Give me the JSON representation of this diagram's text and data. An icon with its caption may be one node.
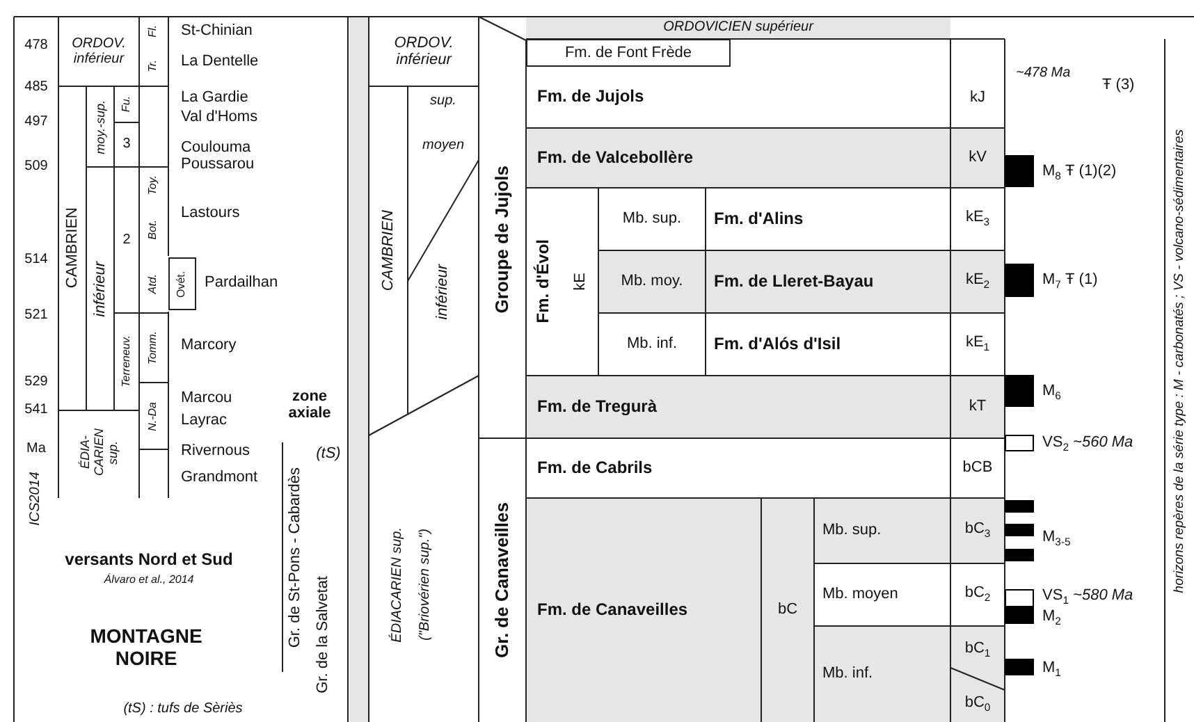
{
  "diagram": {
    "labels": [
      "478",
      "ORDOV. inférieur",
      "Fl.",
      "Tr.",
      "St-Chinian",
      "La Dentelle",
      "485",
      "La Gardie",
      "Val d'Homs",
      "497",
      "moy.-sup.",
      "Fu.",
      "3",
      "Coulouma",
      "509",
      "Poussarou",
      "CAMBRIEN",
      "inférieur",
      "2",
      "Toy.",
      "Bot.",
      "Lastours",
      "514",
      "Atd.",
      "Ovét.",
      "Pardailhan",
      "521",
      "Terreneuv.",
      "Tomm.",
      "Marcory",
      "529",
      "N.-Da",
      "Marcou",
      "zone axiale",
      "541",
      "Layrac",
      "Ma",
      "ÉDIA-CARIEN sup.",
      "Rivernous",
      "Grandmont",
      "ICS2014",
      "Gr. de St-Pons - Cabardès",
      "(tS)",
      "Gr. de la Salvetat",
      "versants Nord et Sud",
      "Álvaro et al., 2014",
      "MONTAGNE NOIRE",
      "(tS) : tufs de Sèriès",
      "ORDOV. inférieur",
      "sup.",
      "moyen",
      "CAMBRIEN",
      "inférieur",
      "ÉDIACARIEN sup.",
      "(\"Briovérien sup.\")",
      "Groupe de Jujols",
      "Gr. de Canaveilles",
      "ORDOVICIEN supérieur",
      "Fm. de Font Frède",
      "Fm. de Jujols",
      "kJ",
      "~478 Ma",
      "Ŧ (3)",
      "Fm. de Valcebollère",
      "kV",
      "M$_{8}$ Ŧ (1)(2)",
      "Fm. d'Évol",
      "kE",
      "Mb. sup.",
      "Fm. d'Alins",
      "kE$_{3}$",
      "Mb. moy.",
      "Fm. de Lleret-Bayau",
      "kE$_{2}$",
      "M$_{7}$ Ŧ (1)",
      "Mb. inf.",
      "Fm. d'Alós d'Isil",
      "kE$_{1}$",
      "Fm. de Tregurà",
      "kT",
      "M$_{6}$",
      "Fm. de Cabrils",
      "bCB",
      "VS$_{2}$ *~560 Ma*",
      "Fm. de Canaveilles",
      "bC",
      "Mb. sup.",
      "bC$_{3}$",
      "M$_{3-5}$",
      "Mb. moyen",
      "bC$_{2}$",
      "VS$_{1}$ *~580 Ma*",
      "M$_{2}$",
      "Mb. inf.",
      "bC$_{1}$",
      "bC$_{0}$",
      "M$_{1}$",
      "horizons repères de la série type : M - carbonatés ; VS - volcano-sédimentaires"
    ]
  }
}
